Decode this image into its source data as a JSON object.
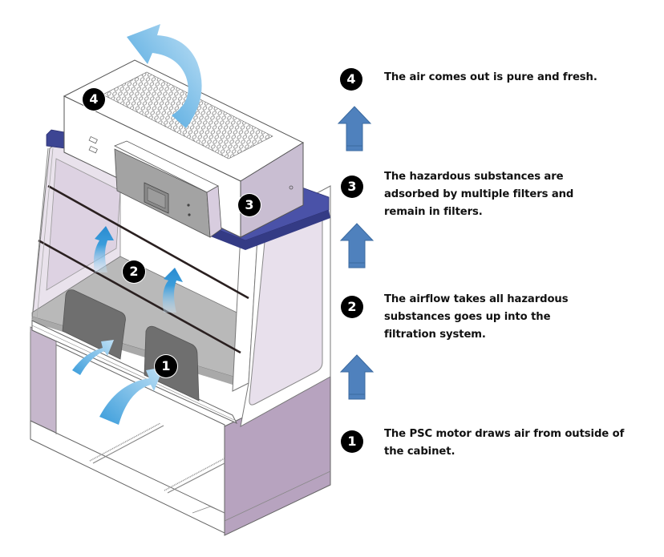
{
  "diagram": {
    "subject": "Biosafety cabinet airflow",
    "colors": {
      "arrow_blue": "#4f81bd",
      "airflow_blue": "#3b9ddb",
      "cabinet_purple": "#b9a6c0",
      "trim_navy": "#3a3f8f",
      "chamber_gray": "#b8b8b8",
      "filter_gray": "#6e6e6e",
      "badge_black": "#000000"
    },
    "steps": [
      {
        "number": "4",
        "text": "The air comes out is pure and fresh."
      },
      {
        "number": "3",
        "text": "The hazardous substances are adsorbed by multiple filters and remain in filters."
      },
      {
        "number": "2",
        "text": "The airflow takes all hazardous substances goes up into the filtration system."
      },
      {
        "number": "1",
        "text": "The PSC motor draws air from outside of the cabinet."
      }
    ],
    "illustration_badges": [
      "4",
      "3",
      "2",
      "1"
    ],
    "flow_arrows": [
      "up",
      "up",
      "up"
    ]
  }
}
